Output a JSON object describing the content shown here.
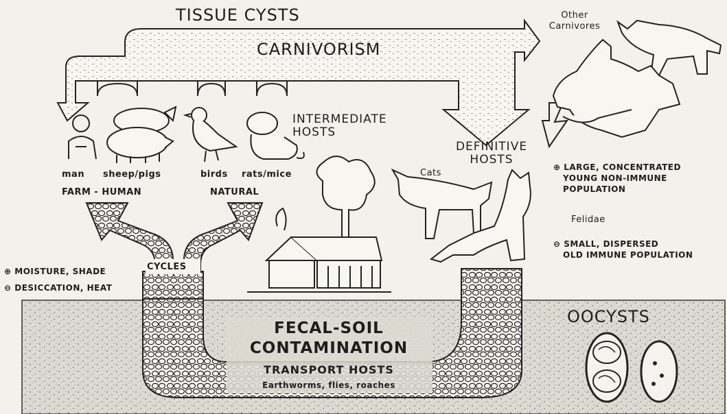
{
  "diagram": {
    "top_flow_label": "TISSUE CYSTS",
    "main_arrow_label": "CARNIVORISM",
    "other_carnivores": [
      "Other",
      "Carnivores"
    ],
    "intermediate_hosts": [
      "INTERMEDIATE",
      "HOSTS"
    ],
    "host_labels": [
      "man",
      "sheep/pigs",
      "birds",
      "rats/mice"
    ],
    "definitive_hosts": [
      "DEFINITIVE",
      "HOSTS"
    ],
    "cats_label": "Cats",
    "farm_human": "FARM - HUMAN",
    "natural": "NATURAL",
    "cycles": "CYCLES",
    "felidae": "Felidae",
    "plus_population": [
      "LARGE, CONCENTRATED",
      "YOUNG NON-IMMUNE",
      "POPULATION"
    ],
    "minus_population": [
      "SMALL, DISPERSED",
      "OLD IMMUNE POPULATION"
    ],
    "moisture": "MOISTURE, SHADE",
    "desiccation": "DESICCATION, HEAT",
    "oocysts": "OOCYSTS",
    "soil_title": [
      "FECAL-SOIL",
      "CONTAMINATION"
    ],
    "transport_hosts": "TRANSPORT HOSTS",
    "transport_examples": "Earthworms, flies, roaches",
    "plus_symbol": "⊕",
    "minus_symbol": "⊖"
  }
}
